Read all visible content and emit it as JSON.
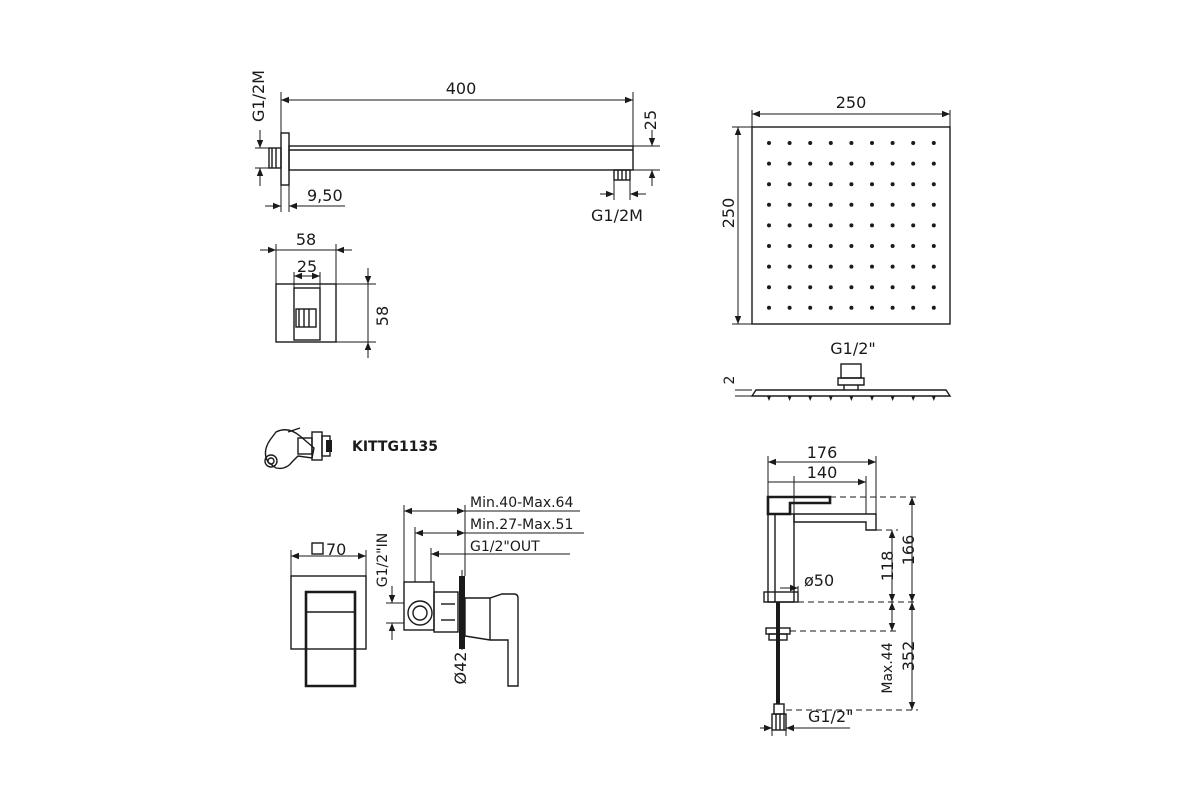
{
  "shower_arm": {
    "length": "400",
    "height": "25",
    "thread_left": "G1/2M",
    "thread_right": "G1/2M",
    "flange": "9,50"
  },
  "arm_flange": {
    "outer_width": "58",
    "inner_width": "25",
    "height": "58"
  },
  "shower_head": {
    "width": "250",
    "height": "250",
    "thread": "G1/2\"",
    "thickness": "2"
  },
  "kit": {
    "code": "KITTG1135"
  },
  "concealed_mixer": {
    "plate": "70",
    "depth_range_1": "Min.40-Max.64",
    "depth_range_2": "Min.27-Max.51",
    "outlet": "G1/2\"OUT",
    "inlet": "G1/2\"IN",
    "diameter": "42"
  },
  "basin_mixer": {
    "spout_reach": "176",
    "spout_inner": "140",
    "total_height": "166",
    "spout_height": "118",
    "base_diameter": "50",
    "shank_total": "352",
    "shank_max": "Max.44",
    "thread": "G1/2\""
  }
}
